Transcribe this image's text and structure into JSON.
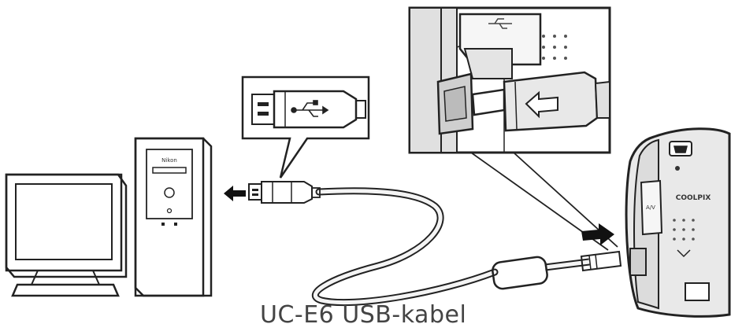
{
  "caption": "UC-E6 USB-kabel",
  "tower_label": "Nikon",
  "camera_label": "COOLPIX",
  "camera_connector_label": "A/V",
  "colors": {
    "line": "#222222",
    "panel": "#e9e9e9",
    "cable": "#f4f4f4",
    "caption": "#444444"
  },
  "icons": [
    "usb-icon",
    "arrow-left-icon",
    "arrow-right-icon"
  ]
}
